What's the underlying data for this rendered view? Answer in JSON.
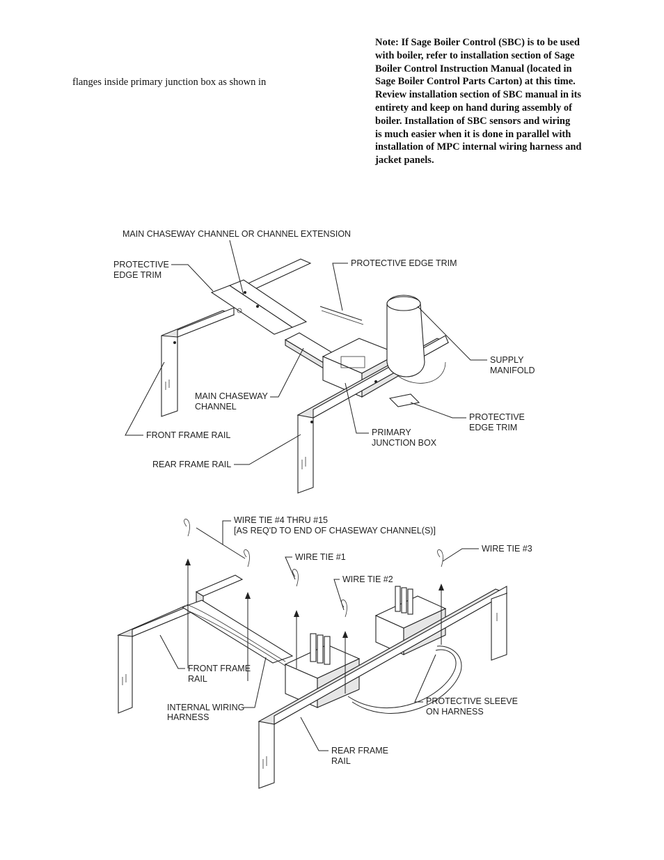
{
  "text": {
    "left_fragment": "flanges inside primary junction box as shown in",
    "note_lines": [
      "Note:  If Sage Boiler Control (SBC) is to be used",
      "with boiler, refer to installation section of Sage",
      "Boiler Control Instruction Manual (located in",
      "Sage Boiler Control Parts Carton) at this time.",
      "Review installation section of SBC manual in its",
      "entirety and keep on hand during assembly of",
      "boiler.  Installation of SBC sensors and wiring",
      "is much easier when it is done in parallel with",
      "installation of MPC internal wiring harness and",
      "jacket panels."
    ]
  },
  "figure1": {
    "labels": {
      "main_chaseway_ext": "MAIN CHASEWAY CHANNEL OR CHANNEL EXTENSION",
      "edge_trim_left_1": "PROTECTIVE",
      "edge_trim_left_2": "EDGE TRIM",
      "edge_trim_top": "PROTECTIVE  EDGE TRIM",
      "supply_1": "SUPPLY",
      "supply_2": "MANIFOLD",
      "chaseway_1": "MAIN CHASEWAY",
      "chaseway_2": "CHANNEL",
      "edge_trim_right_1": "PROTECTIVE",
      "edge_trim_right_2": "EDGE TRIM",
      "front_rail": "FRONT FRAME RAIL",
      "junction_1": "PRIMARY",
      "junction_2": "JUNCTION BOX",
      "rear_rail": "REAR FRAME RAIL"
    }
  },
  "figure2": {
    "labels": {
      "wire_tie_4_1": "WIRE TIE #4 THRU #15",
      "wire_tie_4_2": "[AS REQ'D TO END OF CHASEWAY CHANNEL(S)]",
      "wire_tie_1": "WIRE TIE #1",
      "wire_tie_3": "WIRE TIE #3",
      "wire_tie_2": "WIRE TIE #2",
      "front_rail_1": "FRONT FRAME",
      "front_rail_2": "RAIL",
      "harness_1": "INTERNAL WIRING",
      "harness_2": "HARNESS",
      "sleeve_1": "PROTECTIVE SLEEVE",
      "sleeve_2": "ON HARNESS",
      "rear_rail_1": "REAR FRAME",
      "rear_rail_2": "RAIL"
    }
  }
}
